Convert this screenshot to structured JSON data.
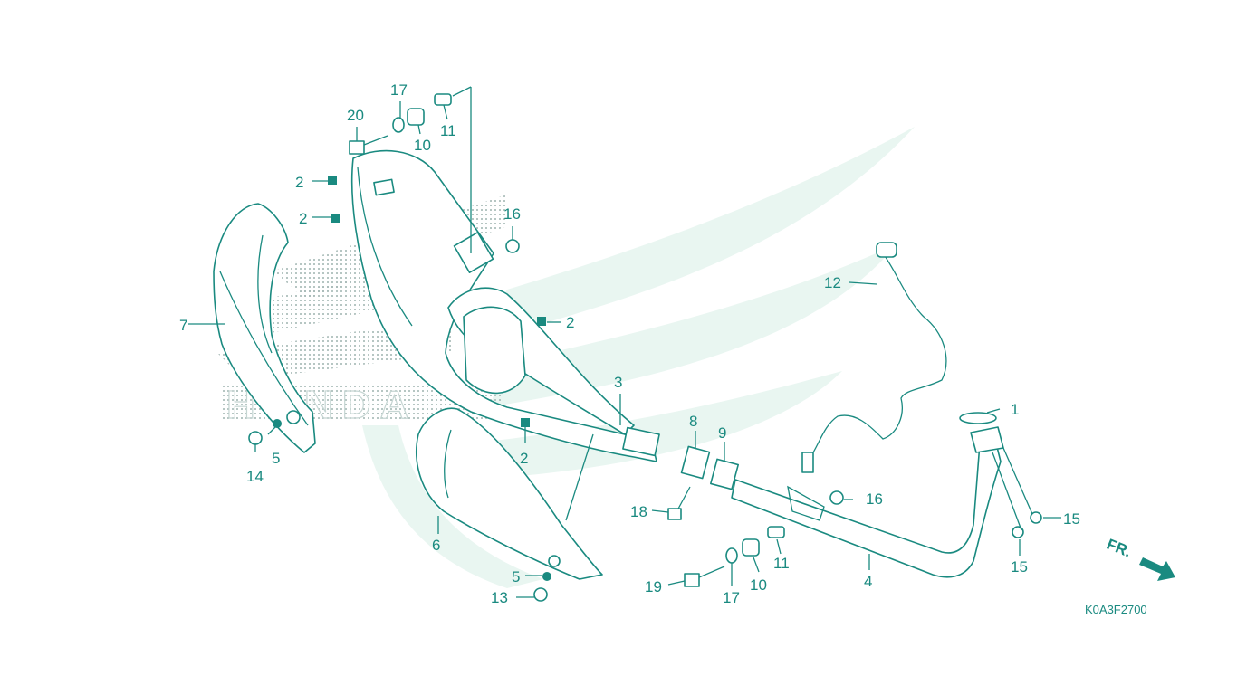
{
  "colors": {
    "ink": "#1a8a80",
    "watermark": "#e9f6f1",
    "background": "#ffffff"
  },
  "watermark": {
    "text": "HONDA"
  },
  "callouts": {
    "c1": "1",
    "c2a": "2",
    "c2b": "2",
    "c2c": "2",
    "c2d": "2",
    "c3": "3",
    "c4": "4",
    "c5a": "5",
    "c5b": "5",
    "c6": "6",
    "c7": "7",
    "c8": "8",
    "c9": "9",
    "c10a": "10",
    "c10b": "10",
    "c11a": "11",
    "c11b": "11",
    "c12": "12",
    "c13": "13",
    "c14": "14",
    "c15a": "15",
    "c15b": "15",
    "c16a": "16",
    "c16b": "16",
    "c17a": "17",
    "c17b": "17",
    "c18": "18",
    "c19": "19",
    "c20": "20"
  },
  "direction_label": "FR.",
  "diagram_code": "K0A3F2700"
}
